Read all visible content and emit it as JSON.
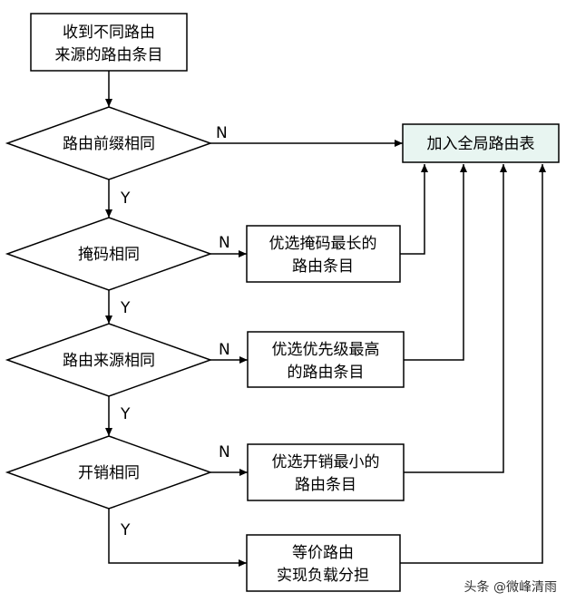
{
  "nodes": {
    "start": {
      "lines": [
        "收到不同路由",
        "来源的路由条目"
      ]
    },
    "d1": {
      "text": "路由前缀相同"
    },
    "d2": {
      "text": "掩码相同"
    },
    "d3": {
      "text": "路由来源相同"
    },
    "d4": {
      "text": "开销相同"
    },
    "r2": {
      "lines": [
        "优选掩码最长的",
        "路由条目"
      ]
    },
    "r3": {
      "lines": [
        "优选优先级最高",
        "的路由条目"
      ]
    },
    "r4": {
      "lines": [
        "优选开销最小的",
        "路由条目"
      ]
    },
    "r5": {
      "lines": [
        "等价路由",
        "实现负载分担"
      ]
    },
    "end": {
      "text": "加入全局路由表"
    }
  },
  "labels": {
    "yes": "Y",
    "no": "N"
  },
  "watermark": "头条 @微峰清雨",
  "colors": {
    "end_fill": "#e8f5f1",
    "stroke": "#000000"
  }
}
